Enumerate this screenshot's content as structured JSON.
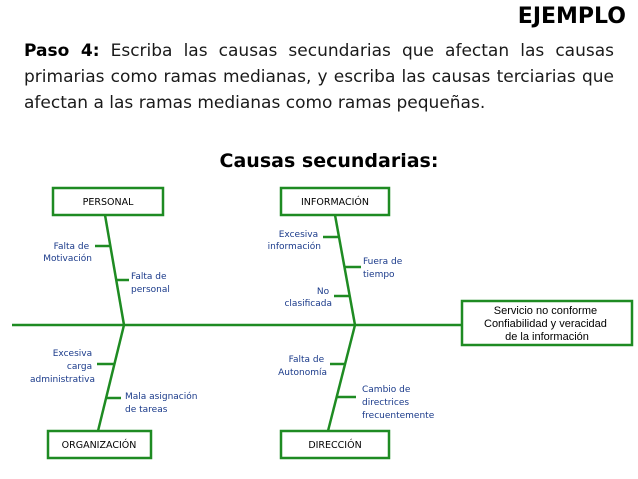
{
  "header": {
    "example_label": "EJEMPLO"
  },
  "intro": {
    "step": "Paso 4:",
    "text": " Escriba las causas secundarias que afectan las causas primarias como ramas medianas, y escriba las causas terciarias que afectan a las ramas medianas como ramas pequeñas."
  },
  "subtitle": "Causas secundarias:",
  "colors": {
    "line": "#1e8b22",
    "text_blue": "#1a3a8a"
  },
  "diagram": {
    "categories": {
      "personal": "PERSONAL",
      "informacion": "INFORMACIÓN",
      "organizacion": "ORGANIZACIÓN",
      "direccion": "DIRECCIÓN"
    },
    "causes": {
      "falta_motivacion": [
        "Falta de",
        "Motivación"
      ],
      "falta_personal": [
        "Falta de",
        "personal"
      ],
      "excesiva_informacion": [
        "Excesiva",
        "información"
      ],
      "fuera_tiempo": [
        "Fuera de",
        "tiempo"
      ],
      "no_clasificada": [
        "No",
        "clasificada"
      ],
      "excesiva_carga": [
        "Excesiva",
        "carga",
        "administrativa"
      ],
      "mala_asignacion": [
        "Mala asignación",
        "de tareas"
      ],
      "falta_autonomia": [
        "Falta de",
        "Autonomía"
      ],
      "cambio_directrices": [
        "Cambio de",
        "directrices",
        "frecuentemente"
      ]
    },
    "effect": [
      "Servicio no conforme",
      "Confiabilidad y veracidad",
      "de la información"
    ]
  }
}
